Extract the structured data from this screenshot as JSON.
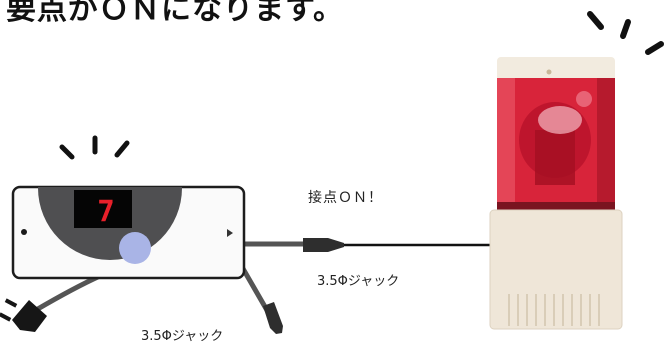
{
  "title": "要点がＯＮになります。",
  "contact_label": "接点ＯＮ！",
  "jack_labels": [
    "3.5Φジャック",
    "3.5Φジャック"
  ],
  "display_digit": "7",
  "colors": {
    "lamp_red": "#d8243a",
    "base_beige": "#efe6d8",
    "device_grey": "#4f4f51",
    "knob_blue": "#a9b4e6",
    "digit_red": "#e8202a"
  },
  "icons": [
    "plug-icon",
    "signal-lines-icon",
    "patlite-lamp-icon"
  ]
}
